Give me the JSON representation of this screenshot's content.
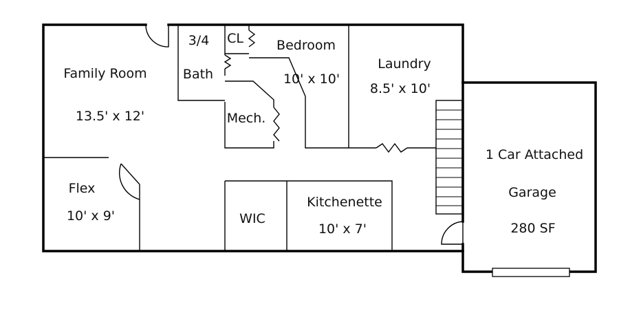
{
  "rooms": {
    "family_room": {
      "name": "Family Room",
      "size": "13.5' x 12'"
    },
    "bath": {
      "name_line1": "3/4",
      "name_line2": "Bath"
    },
    "closet": {
      "name": "CL"
    },
    "bedroom": {
      "name": "Bedroom",
      "size": "10' x 10'"
    },
    "laundry": {
      "name": "Laundry",
      "size": "8.5' x 10'"
    },
    "mechanical": {
      "name": "Mech."
    },
    "flex": {
      "name": "Flex",
      "size": "10' x 9'"
    },
    "wic": {
      "name": "WIC"
    },
    "kitchenette": {
      "name": "Kitchenette",
      "size": "10' x 7'"
    },
    "garage": {
      "name_line1": "1 Car Attached",
      "name_line2": "Garage",
      "size": "280 SF"
    }
  }
}
